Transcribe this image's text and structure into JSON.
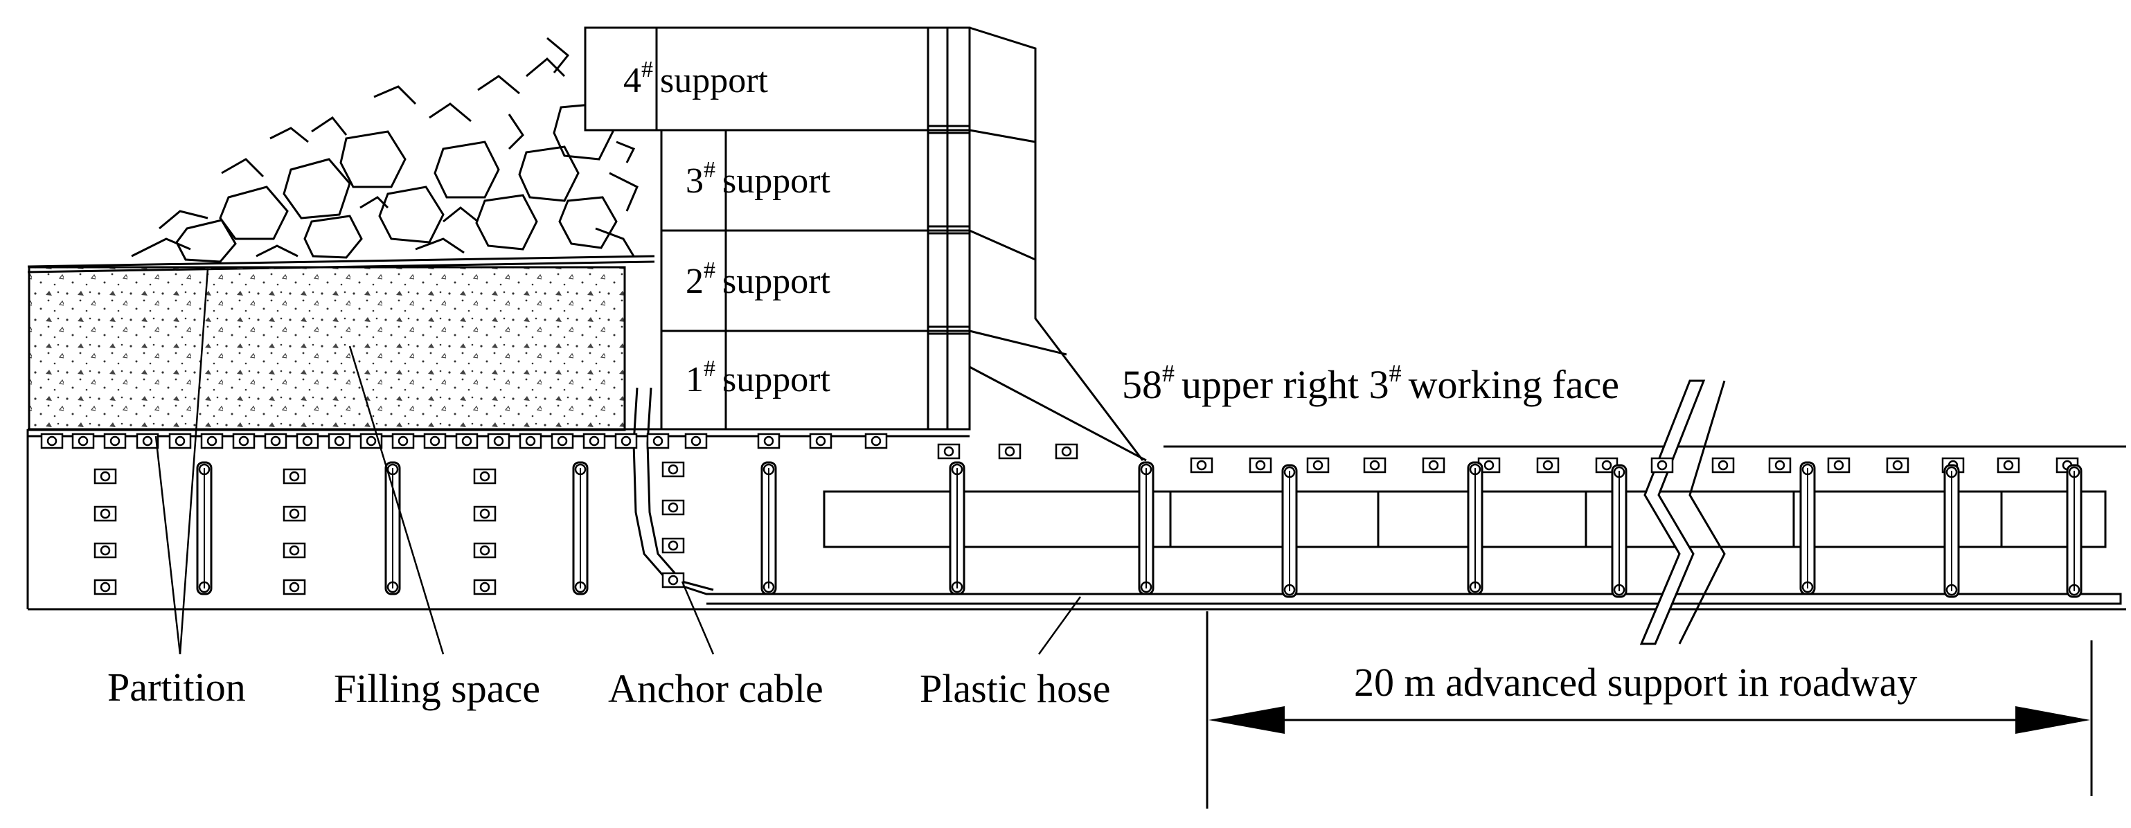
{
  "supports": [
    {
      "num": "4",
      "mark": "#",
      "word": "support"
    },
    {
      "num": "3",
      "mark": "#",
      "word": "support"
    },
    {
      "num": "2",
      "mark": "#",
      "word": "support"
    },
    {
      "num": "1",
      "mark": "#",
      "word": "support"
    }
  ],
  "working_face": {
    "a": "58",
    "mark1": "#",
    "b": "upper right 3",
    "mark2": "#",
    "c": "working face"
  },
  "labels": {
    "partition": "Partition",
    "filling_space": "Filling space",
    "anchor_cable": "Anchor cable",
    "plastic_hose": "Plastic hose",
    "advanced_support": "20 m advanced support in roadway"
  }
}
